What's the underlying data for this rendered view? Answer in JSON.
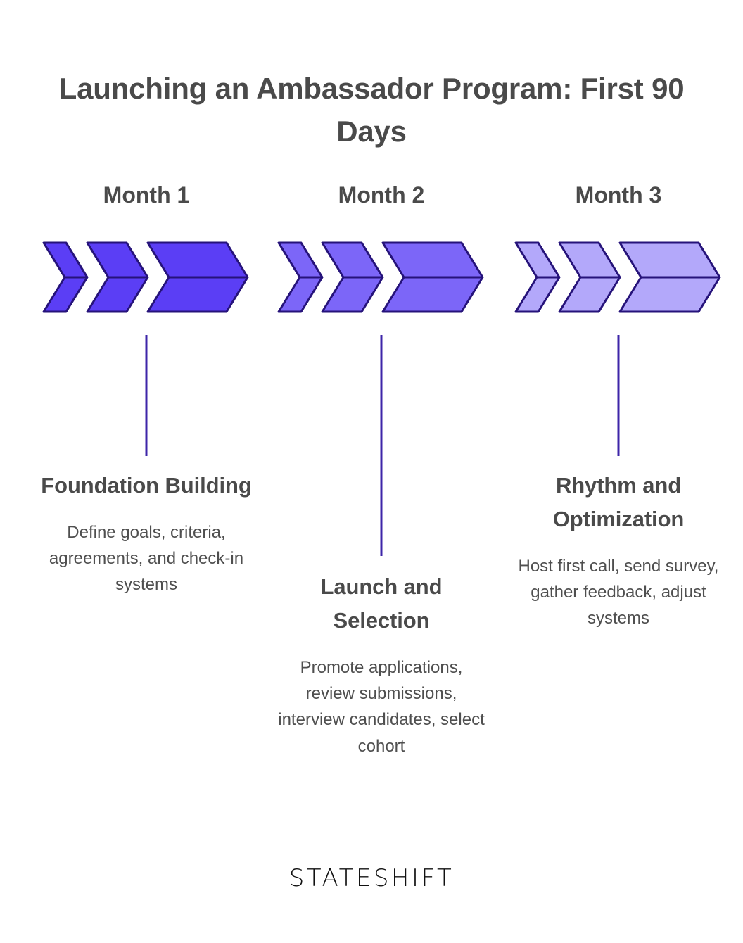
{
  "title": "Launching an Ambassador Program: First 90 Days",
  "footer": {
    "logo_text": "STATESHIFT"
  },
  "colors": {
    "title_text": "#4a4a4a",
    "body_text": "#4f4f4f",
    "chevron_stroke": "#26137a",
    "connector_line": "#3d25a8",
    "month_1_fill": "#5b3ef5",
    "month_2_fill": "#7c66f8",
    "month_3_fill": "#b3a8fa",
    "background": "#ffffff"
  },
  "chart_data": {
    "type": "timeline",
    "title": "Launching an Ambassador Program: First 90 Days",
    "orientation": "horizontal",
    "stage_count": 3,
    "chevrons_per_stage": 3,
    "categories": [
      "Month 1",
      "Month 2",
      "Month 3"
    ],
    "values": [
      1,
      2,
      3
    ],
    "series": [
      {
        "name": "Month 1",
        "label": "Month 1",
        "heading": "Foundation Building",
        "description": "Define goals, criteria, agreements, and check-in systems",
        "color": "#5b3ef5"
      },
      {
        "name": "Month 2",
        "label": "Month 2",
        "heading": "Launch and Selection",
        "description": "Promote applications, review submissions, interview candidates, select cohort",
        "color": "#7c66f8"
      },
      {
        "name": "Month 3",
        "label": "Month 3",
        "heading": "Rhythm and Optimization",
        "description": "Host first call, send survey, gather feedback, adjust systems",
        "color": "#b3a8fa"
      }
    ]
  },
  "stages": [
    {
      "month": "Month 1",
      "heading": "Foundation Building",
      "description": "Define goals, criteria, agreements, and check-in systems",
      "fill": "#5b3ef5"
    },
    {
      "month": "Month 2",
      "heading": "Launch and Selection",
      "description": "Promote applications, review submissions, interview candidates, select cohort",
      "fill": "#7c66f8"
    },
    {
      "month": "Month 3",
      "heading": "Rhythm and Optimization",
      "description": "Host first call, send survey, gather feedback, adjust systems",
      "fill": "#b3a8fa"
    }
  ]
}
